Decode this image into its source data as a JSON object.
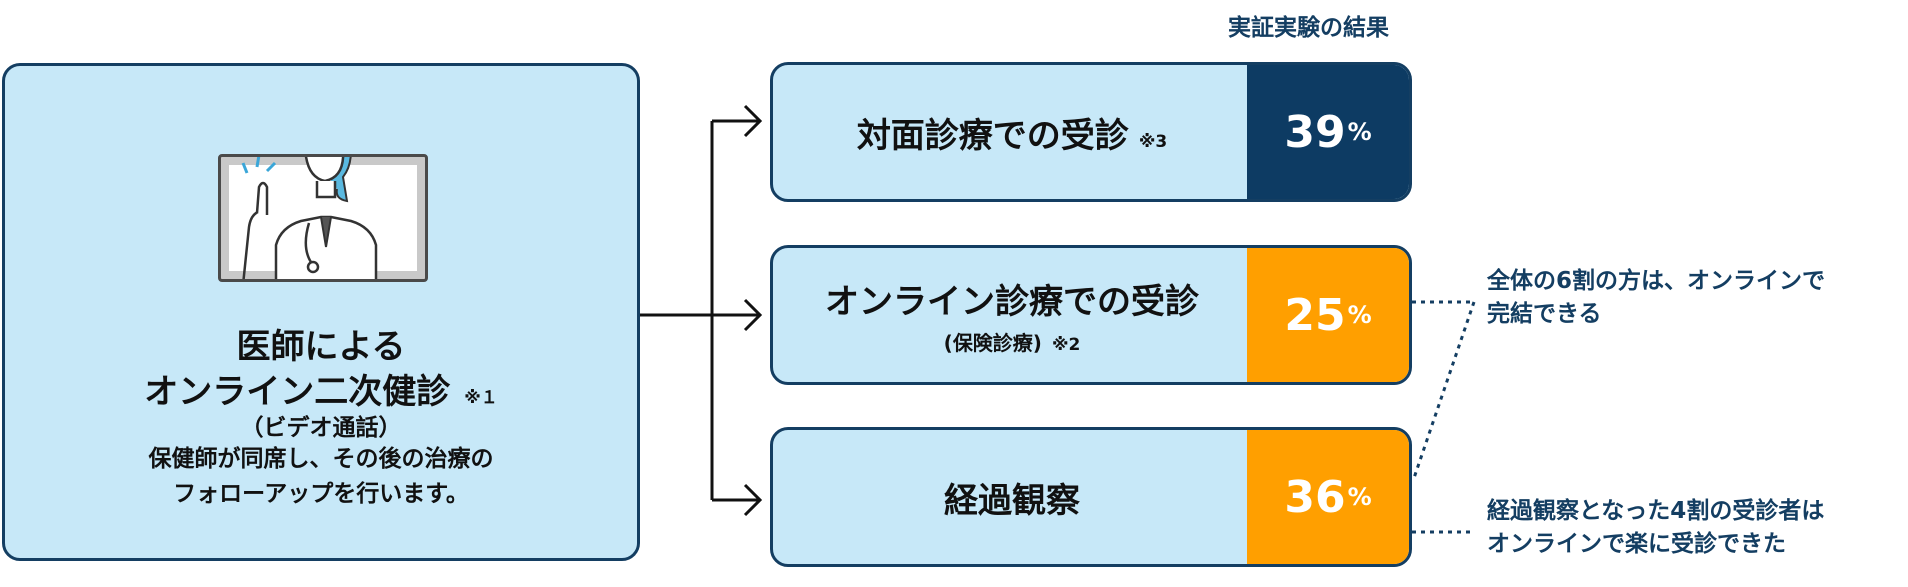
{
  "left_card": {
    "title_line1": "医師による",
    "title_line2": "オンライン二次健診",
    "title_note": "※１",
    "subtitle": "（ビデオ通話）",
    "desc_line1": "保健師が同席し、その後の治療の",
    "desc_line2": "フォローアップを行います。"
  },
  "results": {
    "heading": "実証実験の結果",
    "items": [
      {
        "label": "対面診療での受診",
        "sub": "",
        "note": "※3",
        "value": "39",
        "unit": "%"
      },
      {
        "label": "オンライン診療での受診",
        "sub": "(保険診療)",
        "note": "※2",
        "value": "25",
        "unit": "%"
      },
      {
        "label": "経過観察",
        "sub": "",
        "note": "",
        "value": "36",
        "unit": "%"
      }
    ]
  },
  "callouts": {
    "top_line1": "全体の6割の方は、オンラインで",
    "top_line2": "完結できる",
    "bottom_line1": "経過観察となった4割の受診者は",
    "bottom_line2": "オンラインで楽に受診できた"
  },
  "colors": {
    "card_fill": "#c7e8f8",
    "border": "#143e62",
    "dark_value": "#0d3b63",
    "orange_value": "#ff9f00",
    "callout_text": "#143e62"
  }
}
